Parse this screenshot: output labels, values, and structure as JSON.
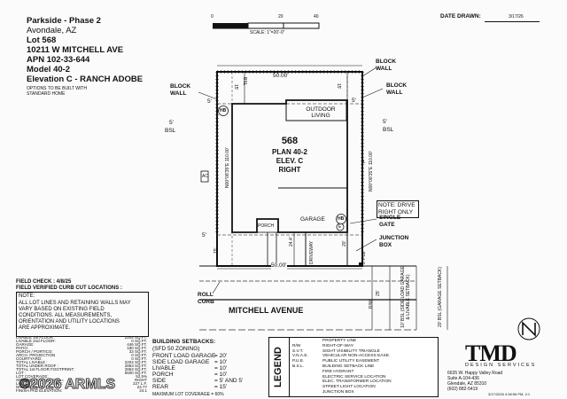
{
  "header": {
    "project": "Parkside - Phase 2",
    "city": "Avondale, AZ",
    "lot": "Lot  568",
    "address": "10211 W MITCHELL AVE",
    "apn": "APN  102-33-644",
    "model": "Model  40-2",
    "elevation": "Elevation  C - RANCH ADOBE",
    "options_note": "OPTIONS TO BE BUILT WITH STANDARD HOME"
  },
  "scale": {
    "ticks": [
      "0",
      "20",
      "40"
    ],
    "label": "SCALE: 1\"=20'-0\""
  },
  "date_drawn": {
    "label": "DATE DRAWN:",
    "value": "3/17/26"
  },
  "plan": {
    "lot_number": "568",
    "plan_name": "PLAN 40-2",
    "elevation": "ELEV. C",
    "handing": "RIGHT",
    "top_width": "50.00'",
    "bottom_width": "50.00'",
    "left_depth": "N00°08'35\"E 110.00'",
    "right_depth": "N00°08'35\"E 110.00'",
    "front_setback": "15'",
    "rear_setback": "15'",
    "left_bsl": "5'",
    "right_bsl": "5'",
    "bsl": "BSL",
    "driveway_width": "24.4'",
    "driveway": "DRIVEWAY",
    "garage_offset": "20'",
    "outdoor_living": "OUTDOOR LIVING",
    "garage": "GARAGE",
    "porch": "PORCH",
    "hb_left": "HB",
    "hb_right": "HB",
    "ac": "AC",
    "electric": "E",
    "l_mark": "L",
    "drive_note": "NOTE: DRIVE RIGHT ONLY",
    "single_gate": "SINGLE GATE",
    "junction_box": "JUNCTION BOX",
    "ple": "8' PLE",
    "block_wall_top_left": "BLOCK WALL",
    "block_wall_top_right": "BLOCK WALL",
    "block_wall_right": "BLOCK WALL",
    "roll_curb": "ROLL CURB",
    "street": "MITCHELL AVENUE",
    "rw": "R/W",
    "r_row_dim": "25'",
    "side_load_setback": "10' BSL (SIDE LOAD GARAGE & LIVABLE SETBACK)",
    "garage_setback": "20' BSL (GARAGE SETBACK)"
  },
  "notes": {
    "field_check": "FIELD CHECK :  4/8/25",
    "curb_cut": "FIELD VERIFIED CURB CUT LOCATIONS :",
    "note_lines": [
      "NOTE:",
      "ALL LOT LINES AND RETAINING WALLS MAY",
      "VARY BASED ON EXISTING FIELD",
      "CONDITIONS. ALL MEASUREMENTS,",
      "ORIENTATION AND UTILITY LOCATIONS",
      "ARE APPROXIMATE."
    ]
  },
  "areas": [
    [
      "LIVABLE 1st FLOOR :",
      "2204 SQ.FT."
    ],
    [
      "LIVABLE 2nd FLOOR:",
      "0 SQ.FT."
    ],
    [
      "GARAGE:",
      "446 SQ.FT."
    ],
    [
      "PATIO:",
      "180 SQ.FT."
    ],
    [
      "PORCH / PORTICO:",
      "33 SQ.FT."
    ],
    [
      "ARCH. PROJECTION",
      "0 SQ.FT."
    ],
    [
      "COURTYARD:",
      "0 SQ.FT."
    ],
    [
      "TOTAL LIVABLE :",
      "2204 SQ.FT."
    ],
    [
      "TOTAL UNDER ROOF :",
      "2863 SQ.FT."
    ],
    [
      "TOTAL 1st FLOOR FOOTPRINT:",
      "2863 SQ.FT."
    ],
    [
      "LOT :",
      "5500 SQ.FT."
    ],
    [
      "LOT COVERAGE:",
      "52.5%"
    ],
    [
      "SIDE FOR ELECTRICAL =",
      "RIGHT"
    ],
    [
      "LINEAL FEET OF FENCE:",
      "227 L.F."
    ],
    [
      "DRIVEWAY SQ. FT.:",
      "24.77"
    ],
    [
      "FINISH PAD ELEVATION:",
      "24.1"
    ]
  ],
  "setbacks": {
    "title": "BUILDING SETBACKS:",
    "zoning": "(SFD 50 ZONING)",
    "rows": [
      [
        "FRONT LOAD GARAGE",
        "= 20'"
      ],
      [
        "SIDE LOAD GARAGE",
        "= 10'"
      ],
      [
        "LIVABLE",
        "= 10'"
      ],
      [
        "PORCH",
        "= 10'"
      ],
      [
        "SIDE",
        "= 5' AND 5'"
      ],
      [
        "REAR",
        "= 15'"
      ]
    ],
    "max_coverage": "MAXIMUM LOT COVERAGE = 60%"
  },
  "legend": {
    "title": "LEGEND",
    "items": [
      [
        "",
        "PROPERTY LINE"
      ],
      [
        "R/W",
        "RIGHT-OF-WAY"
      ],
      [
        "S.V.T.",
        "SIGHT VISIBILITY TRIANGLE"
      ],
      [
        "V.N.A.E.",
        "VEHICULAR NON-ACCESS EASE."
      ],
      [
        "P.U.E.",
        "PUBLIC UTILITY EASEMENT"
      ],
      [
        "B.S.L.",
        "BUILDING SETBACK LINE"
      ],
      [
        "",
        "FIRE HYDRANT"
      ],
      [
        "",
        "ELECTRIC SERVICE LOCATION"
      ],
      [
        "",
        "ELEC. TRANSFORMER LOCATION"
      ],
      [
        "",
        "STREET LIGHT LOCATION"
      ],
      [
        "",
        "JUNCTION BOX"
      ]
    ]
  },
  "company": {
    "logo": "TMD",
    "subtitle": "DESIGN SERVICES",
    "address1": "6635 W. Happy Valley Road",
    "address2": "Suite A-104-436",
    "address3": "Glendale, AZ 85310",
    "phone": "(602) 882-5419",
    "timestamp": "3/17/2026 4:38:56 PM, 2:1"
  },
  "watermark": "©2026 ARMLS"
}
